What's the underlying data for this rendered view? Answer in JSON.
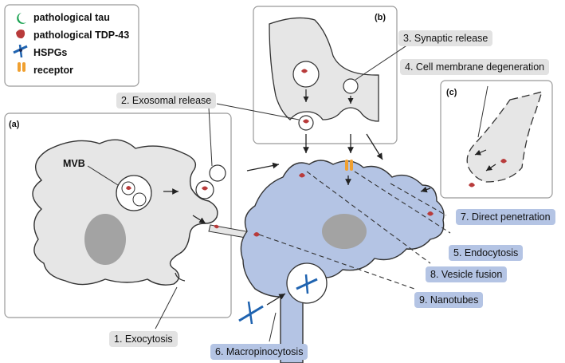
{
  "legend": {
    "items": [
      {
        "label": "pathological tau",
        "icon": "tau-icon",
        "color": "#1aa251"
      },
      {
        "label": "pathological TDP-43",
        "icon": "tdp43-icon",
        "color": "#b83b3b"
      },
      {
        "label": "HSPGs",
        "icon": "hspg-icon",
        "color": "#1f63b0"
      },
      {
        "label": "receptor",
        "icon": "receptor-icon",
        "color": "#f0a030"
      }
    ]
  },
  "panels": {
    "a": "(a)",
    "b": "(b)",
    "c": "(c)"
  },
  "labels": {
    "mvb": "MVB",
    "exocytosis": "1. Exocytosis",
    "exosomal": "2. Exosomal release",
    "synaptic": "3. Synaptic release",
    "degeneration": "4. Cell membrane degeneration",
    "endocytosis": "5. Endocytosis",
    "macropinocytosis": "6. Macropinocytosis",
    "penetration": "7. Direct penetration",
    "vesicle_fusion": "8. Vesicle fusion",
    "nanotubes": "9. Nanotubes"
  },
  "colors": {
    "donor_cell": "#e6e6e6",
    "recipient_cell": "#b4c4e4",
    "nucleus": "#a3a3a3",
    "tau": "#1aa251",
    "tdp43": "#b83b3b",
    "hspg": "#1f63b0",
    "receptor": "#f0a030",
    "label_gray": "#e2e2e2",
    "label_blue": "#b4c4e4"
  }
}
